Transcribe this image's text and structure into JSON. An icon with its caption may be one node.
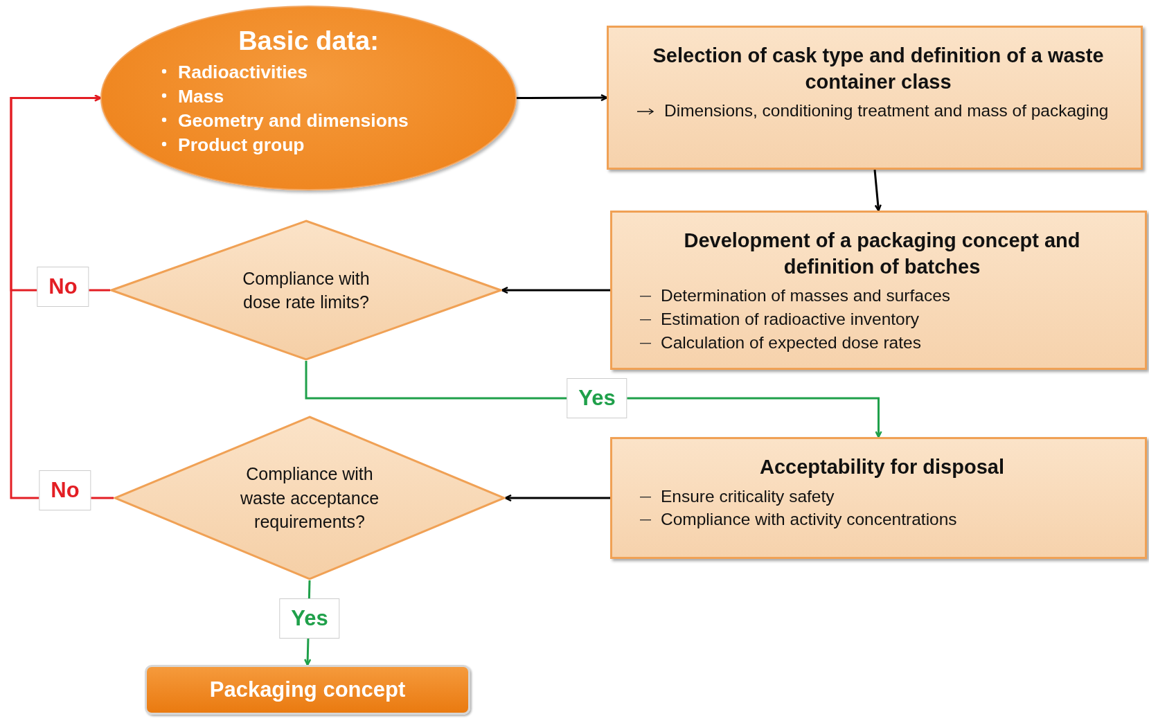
{
  "diagram": {
    "nodes": [
      {
        "text": [
          "Basic data:",
          "Radioactivities",
          "Mass",
          "Geometry and dimensions",
          "Product group"
        ]
      },
      {
        "text": [
          "Selection of cask type and definition of a waste container class",
          "Dimensions, conditioning treatment and mass of packaging"
        ]
      },
      {
        "text": [
          "Development of a packaging concept and definition of batches",
          "Determination of masses and surfaces",
          "Estimation of radioactive inventory",
          "Calculation of expected dose rates"
        ]
      },
      {
        "text": [
          "Compliance with dose rate limits?"
        ]
      },
      {
        "text": [
          "Compliance with waste acceptance requirements?"
        ]
      },
      {
        "text": [
          "Acceptability for disposal",
          "Ensure criticality safety",
          "Compliance with activity concentrations"
        ]
      },
      {
        "text": [
          "Packaging concept"
        ]
      }
    ],
    "edges": [
      {
        "from": 0,
        "to": 1,
        "arrow": "to"
      },
      {
        "from": 1,
        "to": 2,
        "arrow": "to"
      },
      {
        "from": 2,
        "to": 3,
        "arrow": "to"
      },
      {
        "from": 3,
        "to": 5,
        "arrow": "to",
        "label": "Yes",
        "color": "#1fa04a"
      },
      {
        "from": 5,
        "to": 4,
        "arrow": "to"
      },
      {
        "from": 3,
        "to": 0,
        "arrow": "to",
        "label": "No",
        "color": "#e31e24"
      },
      {
        "from": 4,
        "to": 0,
        "arrow": "to",
        "label": "No",
        "color": "#e31e24"
      },
      {
        "from": 4,
        "to": 6,
        "arrow": "to",
        "label": "Yes",
        "color": "#1fa04a"
      }
    ]
  }
}
